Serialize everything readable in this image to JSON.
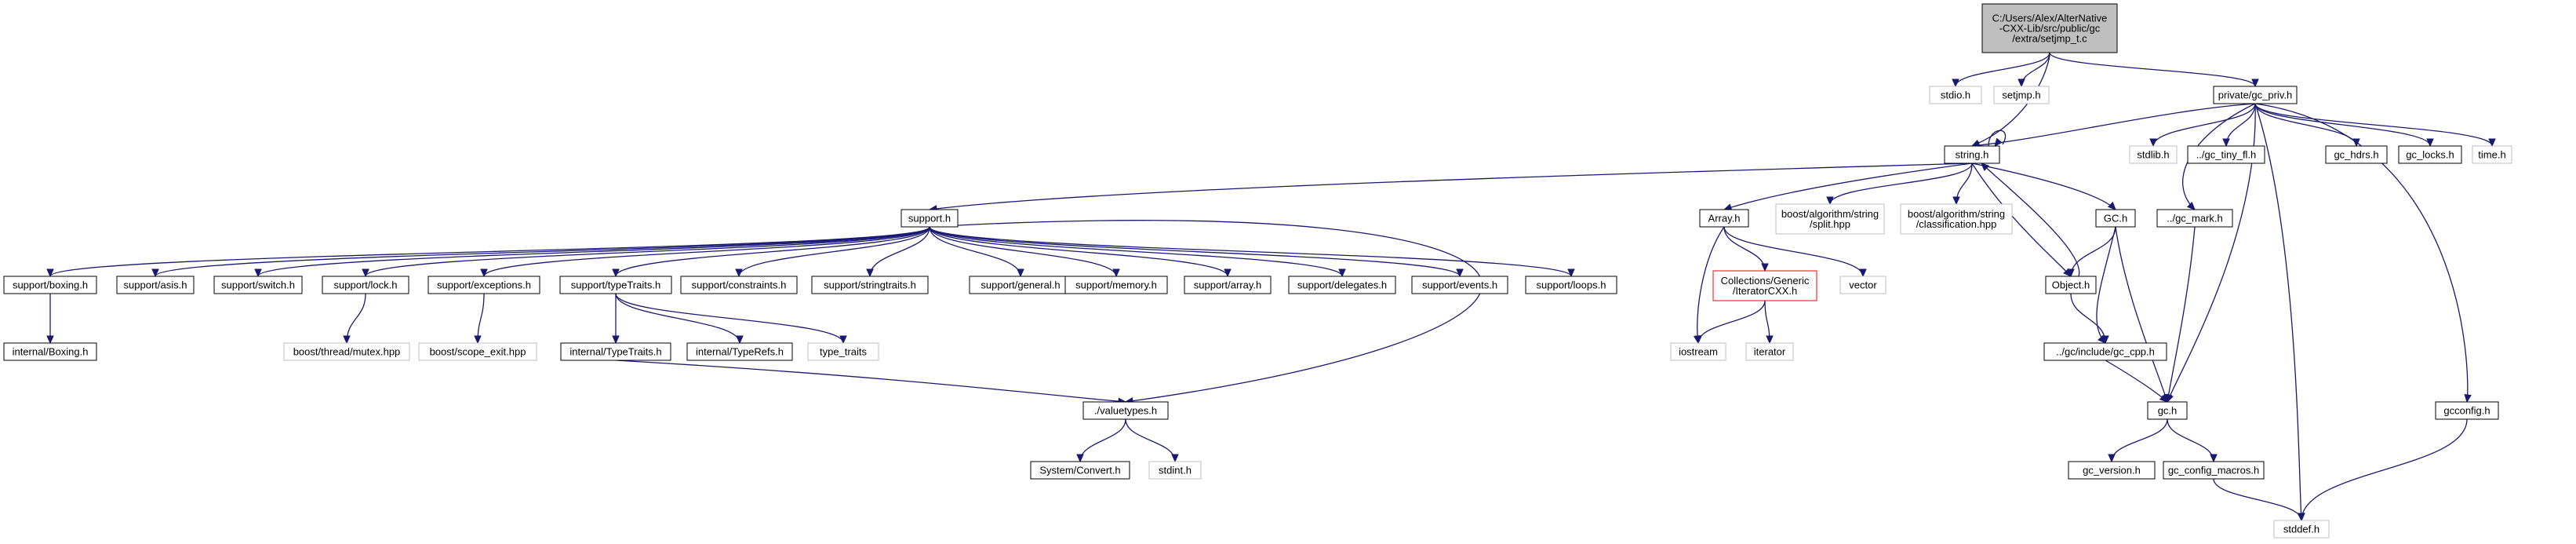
{
  "nodes": [
    {
      "id": "root",
      "lines": [
        "C:/Users/Alex/AlterNative",
        "-CXX-Lib/src/public/gc",
        "/extra/setjmp_t.c"
      ],
      "kind": "root"
    },
    {
      "id": "stdio",
      "lines": [
        "stdio.h"
      ],
      "kind": "ext"
    },
    {
      "id": "setjmp",
      "lines": [
        "setjmp.h"
      ],
      "kind": "ext"
    },
    {
      "id": "gcpriv",
      "lines": [
        "private/gc_priv.h"
      ],
      "kind": "int"
    },
    {
      "id": "stringh",
      "lines": [
        "string.h"
      ],
      "kind": "int"
    },
    {
      "id": "stdlib",
      "lines": [
        "stdlib.h"
      ],
      "kind": "ext"
    },
    {
      "id": "gctinyfl",
      "lines": [
        "../gc_tiny_fl.h"
      ],
      "kind": "int"
    },
    {
      "id": "gchdrs",
      "lines": [
        "gc_hdrs.h"
      ],
      "kind": "int"
    },
    {
      "id": "gclocks",
      "lines": [
        "gc_locks.h"
      ],
      "kind": "int"
    },
    {
      "id": "timeh",
      "lines": [
        "time.h"
      ],
      "kind": "ext"
    },
    {
      "id": "support",
      "lines": [
        "support.h"
      ],
      "kind": "int"
    },
    {
      "id": "arrayh",
      "lines": [
        "Array.h"
      ],
      "kind": "int"
    },
    {
      "id": "split",
      "lines": [
        "boost/algorithm/string",
        "/split.hpp"
      ],
      "kind": "ext"
    },
    {
      "id": "classif",
      "lines": [
        "boost/algorithm/string",
        "/classification.hpp"
      ],
      "kind": "ext"
    },
    {
      "id": "gch2",
      "lines": [
        "GC.h"
      ],
      "kind": "int"
    },
    {
      "id": "gcmark",
      "lines": [
        "../gc_mark.h"
      ],
      "kind": "int"
    },
    {
      "id": "boxing",
      "lines": [
        "support/boxing.h"
      ],
      "kind": "int"
    },
    {
      "id": "asis",
      "lines": [
        "support/asis.h"
      ],
      "kind": "int"
    },
    {
      "id": "switchh",
      "lines": [
        "support/switch.h"
      ],
      "kind": "int"
    },
    {
      "id": "lockh",
      "lines": [
        "support/lock.h"
      ],
      "kind": "int"
    },
    {
      "id": "excep",
      "lines": [
        "support/exceptions.h"
      ],
      "kind": "int"
    },
    {
      "id": "typetraits",
      "lines": [
        "support/typeTraits.h"
      ],
      "kind": "int"
    },
    {
      "id": "constraints",
      "lines": [
        "support/constraints.h"
      ],
      "kind": "int"
    },
    {
      "id": "stringtraits",
      "lines": [
        "support/stringtraits.h"
      ],
      "kind": "int"
    },
    {
      "id": "general",
      "lines": [
        "support/general.h"
      ],
      "kind": "int"
    },
    {
      "id": "memory",
      "lines": [
        "support/memory.h"
      ],
      "kind": "int"
    },
    {
      "id": "sarray",
      "lines": [
        "support/array.h"
      ],
      "kind": "int"
    },
    {
      "id": "delegates",
      "lines": [
        "support/delegates.h"
      ],
      "kind": "int"
    },
    {
      "id": "events",
      "lines": [
        "support/events.h"
      ],
      "kind": "int"
    },
    {
      "id": "loops",
      "lines": [
        "support/loops.h"
      ],
      "kind": "int"
    },
    {
      "id": "collections",
      "lines": [
        "Collections/Generic",
        "/IteratorCXX.h"
      ],
      "kind": "red"
    },
    {
      "id": "vector",
      "lines": [
        "vector"
      ],
      "kind": "ext"
    },
    {
      "id": "objecth",
      "lines": [
        "Object.h"
      ],
      "kind": "int"
    },
    {
      "id": "iboxing",
      "lines": [
        "internal/Boxing.h"
      ],
      "kind": "int"
    },
    {
      "id": "mutex",
      "lines": [
        "boost/thread/mutex.hpp"
      ],
      "kind": "ext"
    },
    {
      "id": "scopeexit",
      "lines": [
        "boost/scope_exit.hpp"
      ],
      "kind": "ext"
    },
    {
      "id": "itypetraits",
      "lines": [
        "internal/TypeTraits.h"
      ],
      "kind": "int"
    },
    {
      "id": "itypereefs",
      "lines": [
        "internal/TypeRefs.h"
      ],
      "kind": "int"
    },
    {
      "id": "typetraitsstd",
      "lines": [
        "type_traits"
      ],
      "kind": "ext"
    },
    {
      "id": "iostream",
      "lines": [
        "iostream"
      ],
      "kind": "ext"
    },
    {
      "id": "iterator",
      "lines": [
        "iterator"
      ],
      "kind": "ext"
    },
    {
      "id": "gccpp",
      "lines": [
        "../gc/include/gc_cpp.h"
      ],
      "kind": "int"
    },
    {
      "id": "valuetypes",
      "lines": [
        "./valuetypes.h"
      ],
      "kind": "int"
    },
    {
      "id": "gch",
      "lines": [
        "gc.h"
      ],
      "kind": "int"
    },
    {
      "id": "gcconfig",
      "lines": [
        "gcconfig.h"
      ],
      "kind": "int"
    },
    {
      "id": "sysconvert",
      "lines": [
        "System/Convert.h"
      ],
      "kind": "int"
    },
    {
      "id": "stdint",
      "lines": [
        "stdint.h"
      ],
      "kind": "ext"
    },
    {
      "id": "gcversion",
      "lines": [
        "gc_version.h"
      ],
      "kind": "int"
    },
    {
      "id": "gcconfigmacros",
      "lines": [
        "gc_config_macros.h"
      ],
      "kind": "int"
    },
    {
      "id": "stddef",
      "lines": [
        "stddef.h"
      ],
      "kind": "ext"
    }
  ],
  "edges": [
    [
      "root",
      "stdio"
    ],
    [
      "root",
      "setjmp"
    ],
    [
      "root",
      "stringh"
    ],
    [
      "root",
      "gcpriv"
    ],
    [
      "gcpriv",
      "stringh"
    ],
    [
      "gcpriv",
      "stdlib"
    ],
    [
      "gcpriv",
      "gctinyfl"
    ],
    [
      "gcpriv",
      "gchdrs"
    ],
    [
      "gcpriv",
      "gclocks"
    ],
    [
      "gcpriv",
      "timeh"
    ],
    [
      "gcpriv",
      "gcmark"
    ],
    [
      "gcpriv",
      "gch"
    ],
    [
      "gcpriv",
      "gcconfig"
    ],
    [
      "gcpriv",
      "stddef"
    ],
    [
      "stringh",
      "support"
    ],
    [
      "stringh",
      "arrayh"
    ],
    [
      "stringh",
      "split"
    ],
    [
      "stringh",
      "classif"
    ],
    [
      "stringh",
      "gch2"
    ],
    [
      "stringh",
      "objecth"
    ],
    [
      "stringh",
      "stringh"
    ],
    [
      "support",
      "boxing"
    ],
    [
      "support",
      "asis"
    ],
    [
      "support",
      "switchh"
    ],
    [
      "support",
      "lockh"
    ],
    [
      "support",
      "excep"
    ],
    [
      "support",
      "typetraits"
    ],
    [
      "support",
      "constraints"
    ],
    [
      "support",
      "stringtraits"
    ],
    [
      "support",
      "general"
    ],
    [
      "support",
      "memory"
    ],
    [
      "support",
      "sarray"
    ],
    [
      "support",
      "delegates"
    ],
    [
      "support",
      "events"
    ],
    [
      "support",
      "loops"
    ],
    [
      "support",
      "valuetypes"
    ],
    [
      "boxing",
      "iboxing"
    ],
    [
      "lockh",
      "mutex"
    ],
    [
      "excep",
      "scopeexit"
    ],
    [
      "typetraits",
      "itypetraits"
    ],
    [
      "typetraits",
      "itypereefs"
    ],
    [
      "typetraits",
      "typetraitsstd"
    ],
    [
      "itypetraits",
      "valuetypes"
    ],
    [
      "arrayh",
      "collections"
    ],
    [
      "arrayh",
      "vector"
    ],
    [
      "arrayh",
      "iostream"
    ],
    [
      "collections",
      "iostream"
    ],
    [
      "collections",
      "iterator"
    ],
    [
      "gch2",
      "objecth"
    ],
    [
      "gch2",
      "gccpp"
    ],
    [
      "gch2",
      "gch"
    ],
    [
      "objecth",
      "stringh"
    ],
    [
      "objecth",
      "gccpp"
    ],
    [
      "gccpp",
      "gch"
    ],
    [
      "gcmark",
      "gch"
    ],
    [
      "valuetypes",
      "sysconvert"
    ],
    [
      "valuetypes",
      "stdint"
    ],
    [
      "gch",
      "gcversion"
    ],
    [
      "gch",
      "gcconfigmacros"
    ],
    [
      "gcconfigmacros",
      "stddef"
    ],
    [
      "gcconfig",
      "stddef"
    ]
  ]
}
